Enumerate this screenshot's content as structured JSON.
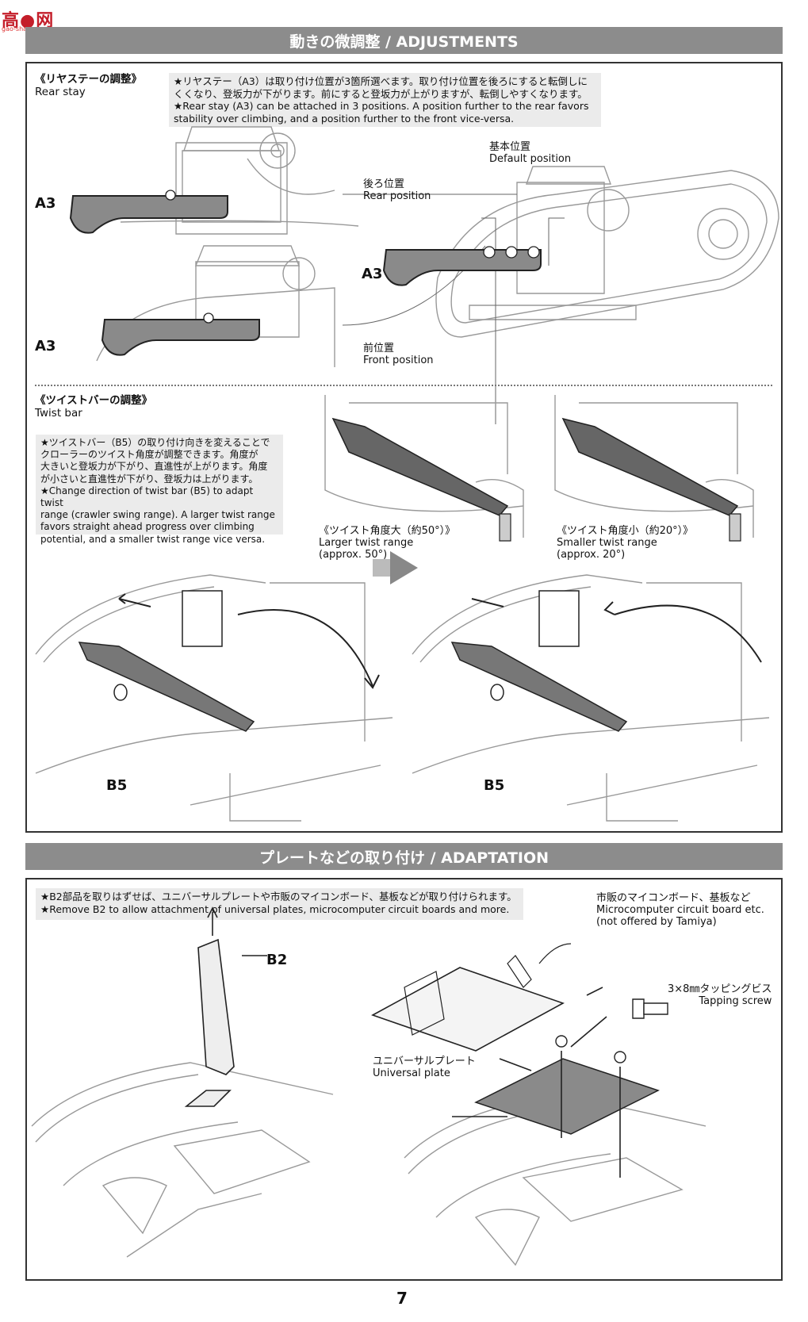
{
  "logo": {
    "main": "高●网",
    "sub": "gao-shan.com"
  },
  "sections": {
    "adjustments_title": "動きの微調整 / ADJUSTMENTS",
    "adaptation_title": "プレートなどの取り付け / ADAPTATION"
  },
  "rear_stay": {
    "title_jp": "《リヤステーの調整》",
    "title_en": "Rear stay",
    "note": [
      "★リヤステー（A3）は取り付け位置が3箇所選べます。取り付け位置を後ろにすると転倒しに",
      "くくなり、登坂力が下がります。前にすると登坂力が上がりますが、転倒しやすくなります。",
      "★Rear stay (A3) can be attached in 3 positions. A position further to the rear favors",
      "stability over climbing, and a position further to the front vice-versa."
    ],
    "part_label": "A3",
    "default_jp": "基本位置",
    "default_en": "Default position",
    "rear_jp": "後ろ位置",
    "rear_en": "Rear position",
    "front_jp": "前位置",
    "front_en": "Front position"
  },
  "twist_bar": {
    "title_jp": "《ツイストバーの調整》",
    "title_en": "Twist bar",
    "note": [
      "★ツイストバー（B5）の取り付け向きを変えることで",
      "クローラーのツイスト角度が調整できます。角度が",
      "大きいと登坂力が下がり、直進性が上がります。角度",
      "が小さいと直進性が下がり、登坂力は上がります。",
      "★Change direction of twist bar (B5) to adapt twist",
      "range (crawler swing range). A larger twist range",
      "favors straight ahead progress over climbing",
      "potential, and a smaller twist range vice versa."
    ],
    "larger_jp": "《ツイスト角度大（約50°）》",
    "larger_en1": "Larger twist range",
    "larger_en2": "(approx. 50°)",
    "smaller_jp": "《ツイスト角度小（約20°）》",
    "smaller_en1": "Smaller twist range",
    "smaller_en2": "(approx. 20°)",
    "part_label": "B5"
  },
  "adaptation": {
    "note": [
      "★B2部品を取りはずせば、ユニバーサルプレートや市販のマイコンボード、基板などが取り付けられます。",
      "★Remove B2 to allow attachment of universal plates, microcomputer circuit boards and more."
    ],
    "part_label": "B2",
    "board_jp": "市販のマイコンボード、基板など",
    "board_en1": "Microcomputer circuit board etc.",
    "board_en2": "(not offered by Tamiya)",
    "screw_jp": "3×8㎜タッピングビス",
    "screw_en": "Tapping screw",
    "plate_jp": "ユニバーサルプレート",
    "plate_en": "Universal plate"
  },
  "page_number": "7"
}
